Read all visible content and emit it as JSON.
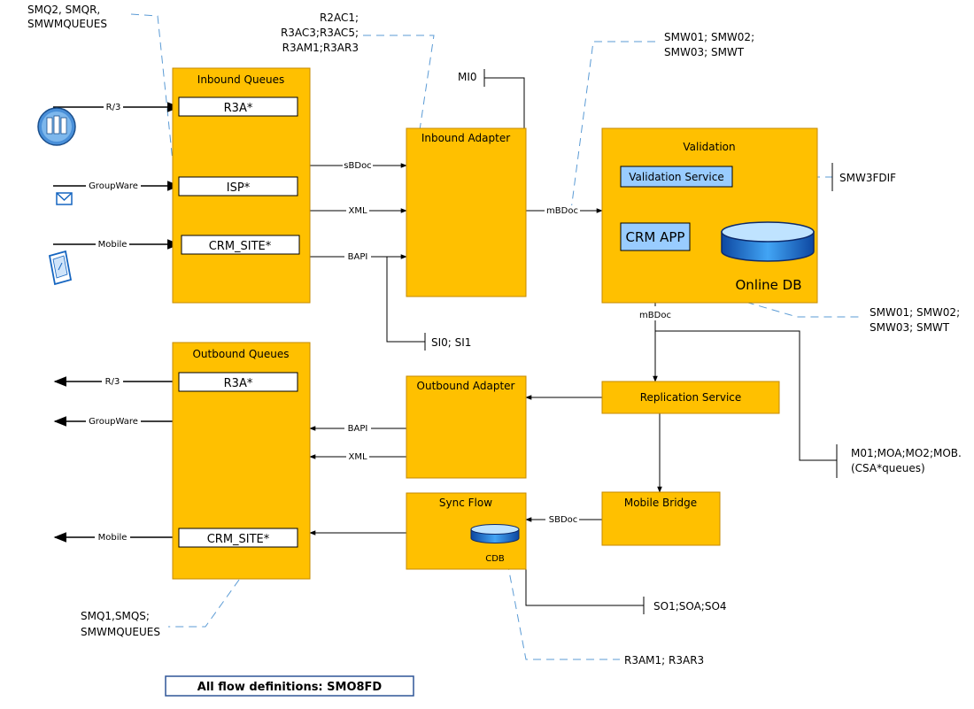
{
  "boxes": {
    "inbound_queues": "Inbound Queues",
    "outbound_queues": "Outbound Queues",
    "inbound_adapter": "Inbound Adapter",
    "outbound_adapter": "Outbound Adapter",
    "validation": "Validation",
    "replication_service": "Replication Service",
    "mobile_bridge": "Mobile Bridge",
    "sync_flow": "Sync Flow"
  },
  "inner": {
    "in_r3a": "R3A*",
    "in_isp": "ISP*",
    "in_crm_site": "CRM_SITE*",
    "out_r3a": "R3A*",
    "out_crm_site": "CRM_SITE*",
    "validation_service": "Validation Service",
    "crm_app": "CRM APP",
    "online_db": "Online DB",
    "cdb": "CDB"
  },
  "edges": {
    "r3_in": "R/3",
    "groupware_in": "GroupWare",
    "mobile_in": "Mobile",
    "sbdoc_in": "sBDoc",
    "xml_in": "XML",
    "bapi_in": "BAPI",
    "mbdoc_to_validation": "mBDoc",
    "mbdoc_from_crm": "mBDoc",
    "r3_out": "R/3",
    "groupware_out": "GroupWare",
    "mobile_out": "Mobile",
    "bapi_out": "BAPI",
    "xml_out": "XML",
    "sbdoc_sync": "SBDoc"
  },
  "transactions": {
    "smq2": [
      "SMQ2, SMQR,",
      "SMWMQUEUES"
    ],
    "r2ac1": [
      "R2AC1;",
      "R3AC3;R3AC5;",
      "R3AM1;R3AR3"
    ],
    "smw_top": [
      "SMW01; SMW02;",
      "SMW03; SMWT"
    ],
    "mi0": "MI0",
    "smw3fdif": "SMW3FDIF",
    "smw_mid": [
      "SMW01; SMW02;",
      "SMW03; SMWT"
    ],
    "si0": "SI0; SI1",
    "m01": [
      "M01;MOA;MO2;MOB.",
      "(CSA*queues)"
    ],
    "so1": "SO1;SOA;SO4",
    "r3am1": "R3AM1; R3AR3",
    "smq1": [
      "SMQ1,SMQS;",
      "SMWMQUEUES"
    ]
  },
  "legend": "All flow definitions: SMO8FD",
  "icons": {
    "r3": "r3-server-icon",
    "groupware": "envelope-icon",
    "mobile": "laptop-icon",
    "online_db": "database-icon",
    "cdb": "database-icon"
  },
  "colors": {
    "box_fill": "#FFC000",
    "inner_fill": "#FFFFFF",
    "service_fill": "#99CCFF",
    "db_fill": "#1565C0",
    "dashed": "#5B9BD5",
    "legend_border": "#2F5597"
  }
}
